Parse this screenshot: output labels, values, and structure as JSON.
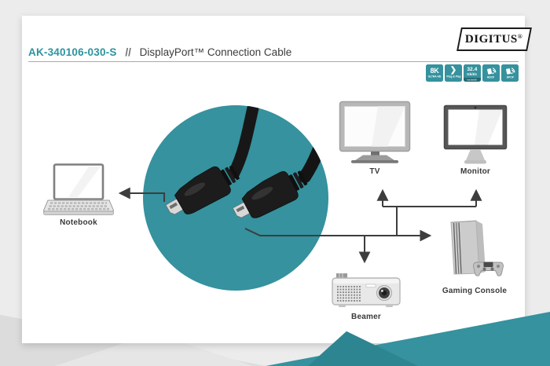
{
  "brand": {
    "name": "DIGITUS",
    "registered_mark": "®"
  },
  "header": {
    "product_code": "AK-340106-030-S",
    "separator": "//",
    "title": "DisplayPort™ Connection Cable"
  },
  "feature_badges": [
    {
      "id": "8k-ultra-hd",
      "primary": "8K",
      "secondary": "ULTRA HD"
    },
    {
      "id": "plug-and-play",
      "primary": "❯",
      "secondary": "Plug & Play"
    },
    {
      "id": "bandwidth",
      "primary": "32.4",
      "secondary": "Gbit/s",
      "tertiary": "bandwidth"
    },
    {
      "id": "hdcp",
      "secondary": "HDCP"
    },
    {
      "id": "dpcp",
      "secondary": "DPCP"
    }
  ],
  "diagram": {
    "devices": [
      {
        "id": "notebook",
        "label": "Notebook"
      },
      {
        "id": "tv",
        "label": "TV"
      },
      {
        "id": "monitor",
        "label": "Monitor"
      },
      {
        "id": "beamer",
        "label": "Beamer"
      },
      {
        "id": "gaming-console",
        "label": "Gaming Console"
      }
    ]
  },
  "colors": {
    "accent_teal": "#35929E",
    "product_code_teal": "#2c93a1",
    "line_color": "#3d3d3d",
    "text_dark": "#3c3c3c"
  }
}
